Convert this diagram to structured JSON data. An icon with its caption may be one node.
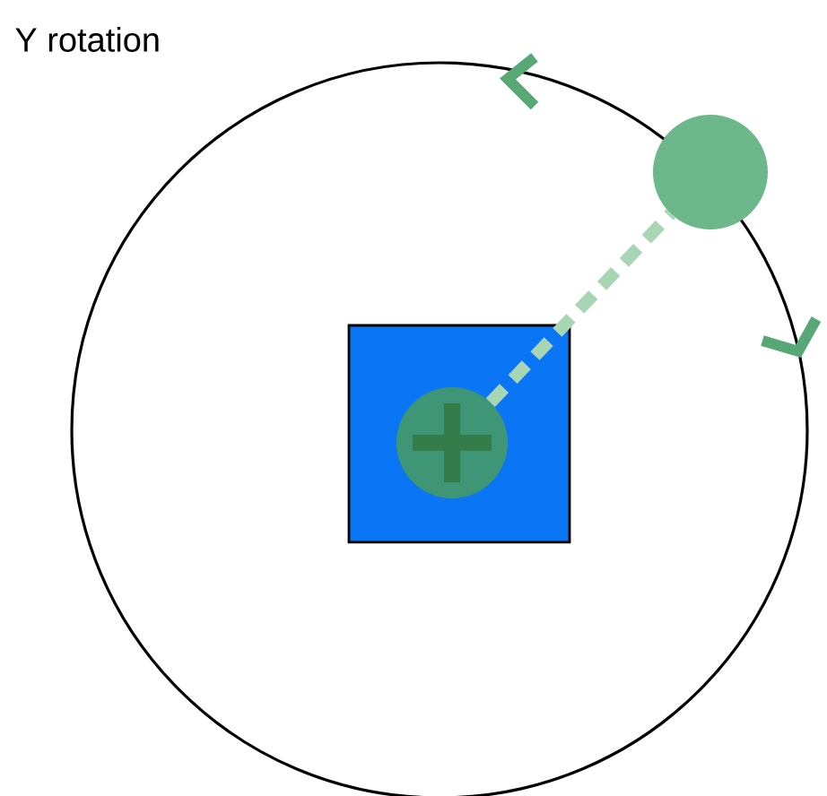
{
  "diagram": {
    "title": "Y rotation",
    "nodes": [
      {
        "text": [],
        "shape": "circle"
      },
      {
        "text": [],
        "shape": "box",
        "in": 0
      },
      {
        "text": [],
        "shape": "circle",
        "in": 1
      },
      {
        "text": [],
        "shape": "circle"
      }
    ],
    "edges": [
      {
        "from": 2,
        "to": 3,
        "arrow": "none",
        "style": "dashed"
      }
    ]
  }
}
